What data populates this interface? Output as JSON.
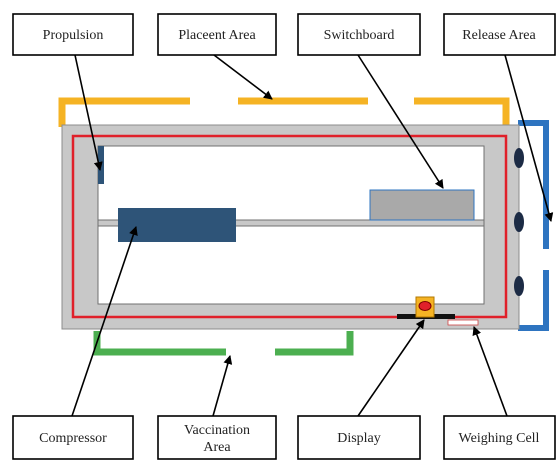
{
  "labels": {
    "propulsion": "Propulsion",
    "placement_area": "Placeent Area",
    "switchboard": "Switchboard",
    "release_area": "Release Area",
    "compressor": "Compressor",
    "vaccination_line1": "Vaccination",
    "vaccination_line2": "Area",
    "display": "Display",
    "weighing_cell": "Weighing Cell"
  },
  "colors": {
    "placement_area": "#f5b324",
    "release_area": "#2e74c0",
    "vaccination_area": "#4caf50",
    "heating_wire": "#e0202a",
    "housing": "#c8c8c8",
    "compressor": "#2e5478",
    "switchboard": "#a9a9a9",
    "display": "#f5b324"
  }
}
